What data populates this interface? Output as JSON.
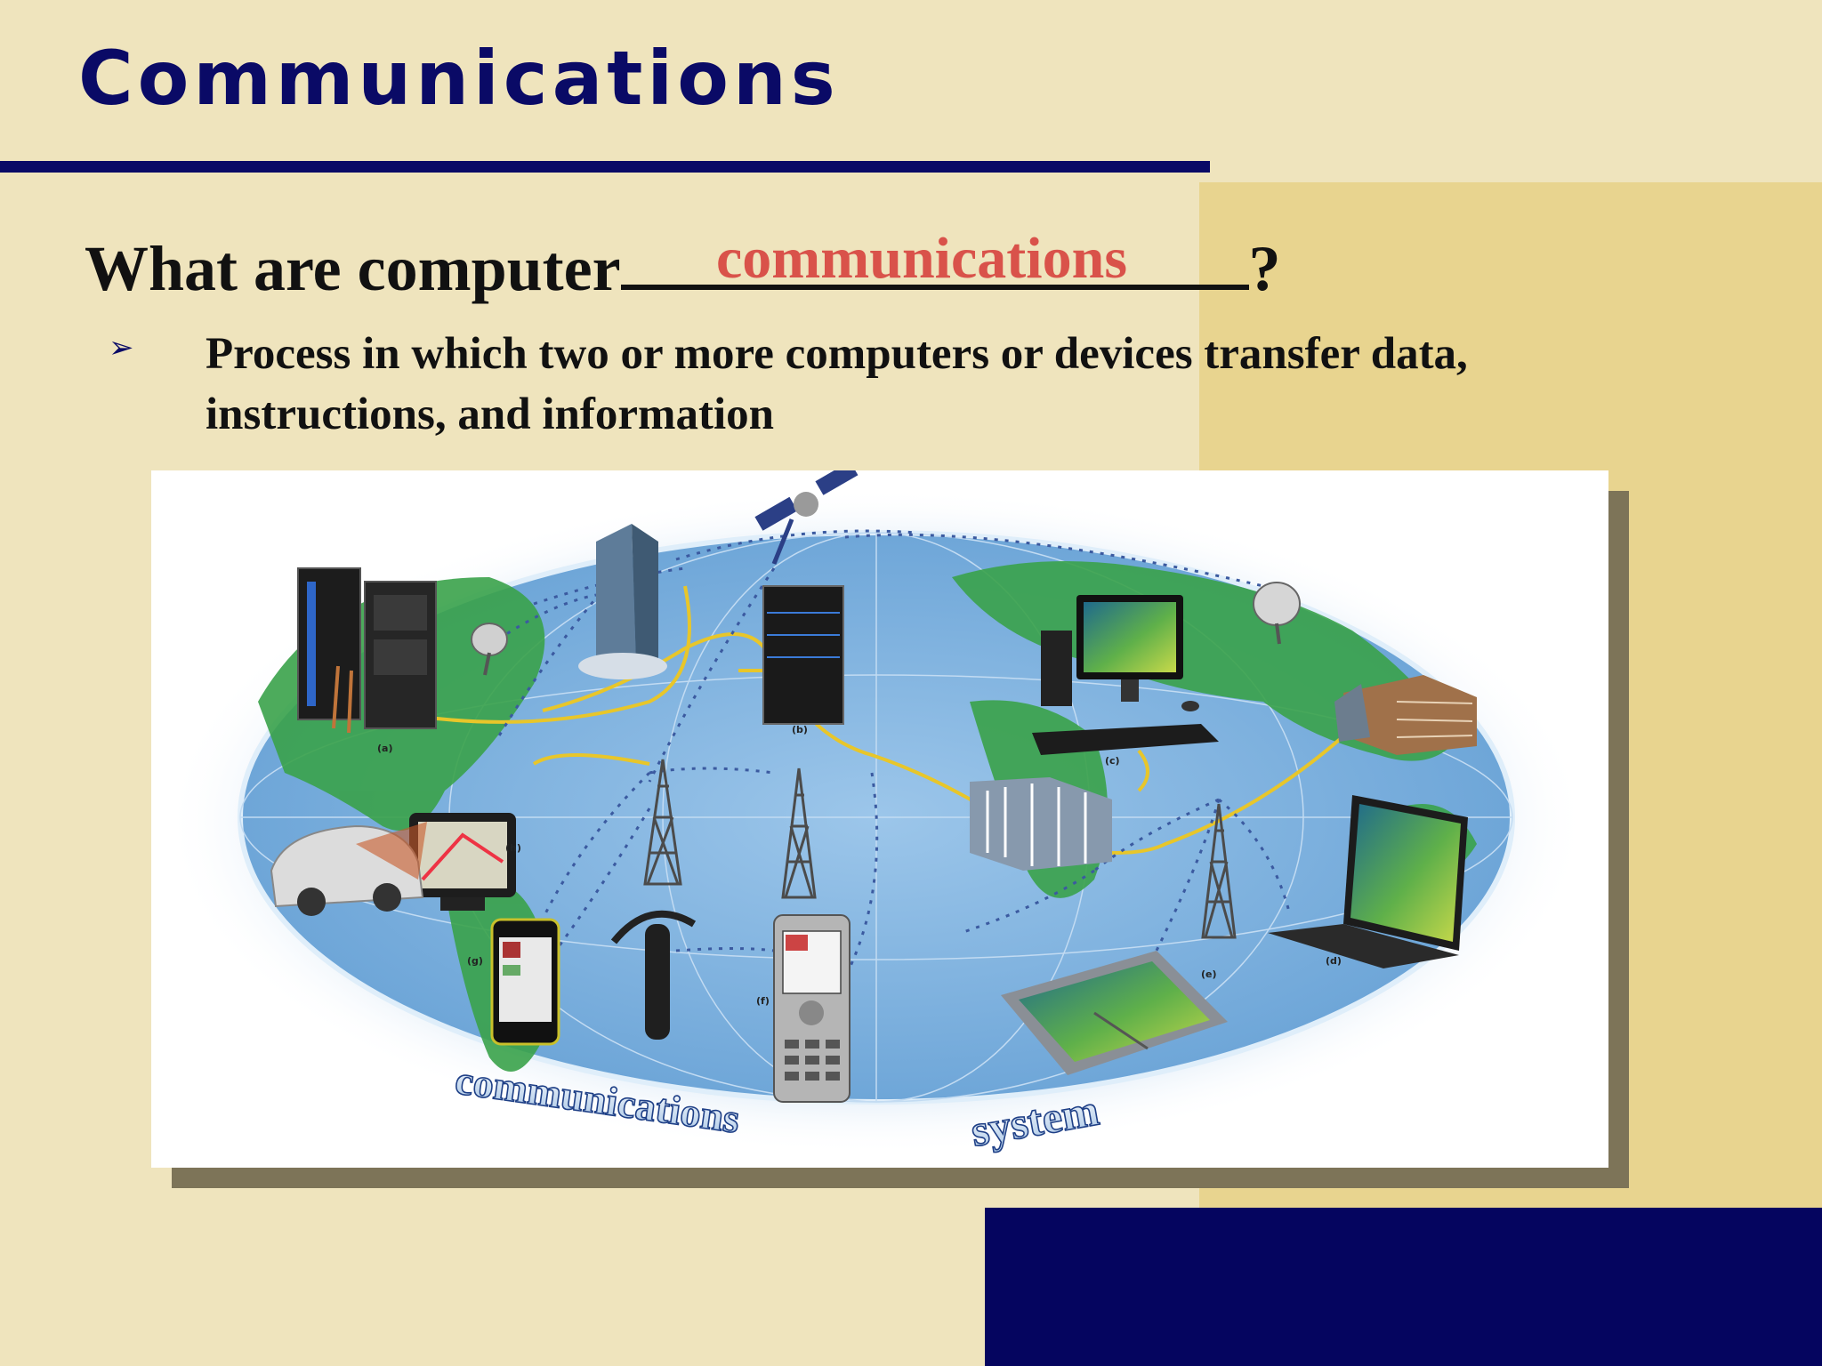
{
  "slide": {
    "title": "Communications",
    "question_prefix": "What are computer",
    "question_suffix": "?",
    "answer": "communications",
    "bullet": "Process in which two or more computers or devices transfer data, instructions, and information"
  },
  "figure": {
    "caption_word1": "communications",
    "caption_word2": "system",
    "labels": [
      "(a)",
      "(b)",
      "(c)",
      "(d)",
      "(e)",
      "(f)",
      "(g)",
      "(h)"
    ]
  },
  "colors": {
    "background": "#efe4bd",
    "gold_panel": "#e8d48f",
    "navy": "#05055f",
    "title": "#0a0a66",
    "answer": "#d9524a",
    "link_line": "#e8c62a",
    "wave_signal": "#3b5aa0"
  },
  "icons": [
    "server-rack-icon",
    "satellite-dish-icon",
    "office-building-icon",
    "satellite-icon",
    "tower-computer-icon",
    "desktop-computer-icon",
    "laptop-icon",
    "cell-tower-icon",
    "tablet-pc-icon",
    "smartphone-icon",
    "bluetooth-headset-icon",
    "mobile-phone-icon",
    "gps-device-icon",
    "car-icon"
  ]
}
